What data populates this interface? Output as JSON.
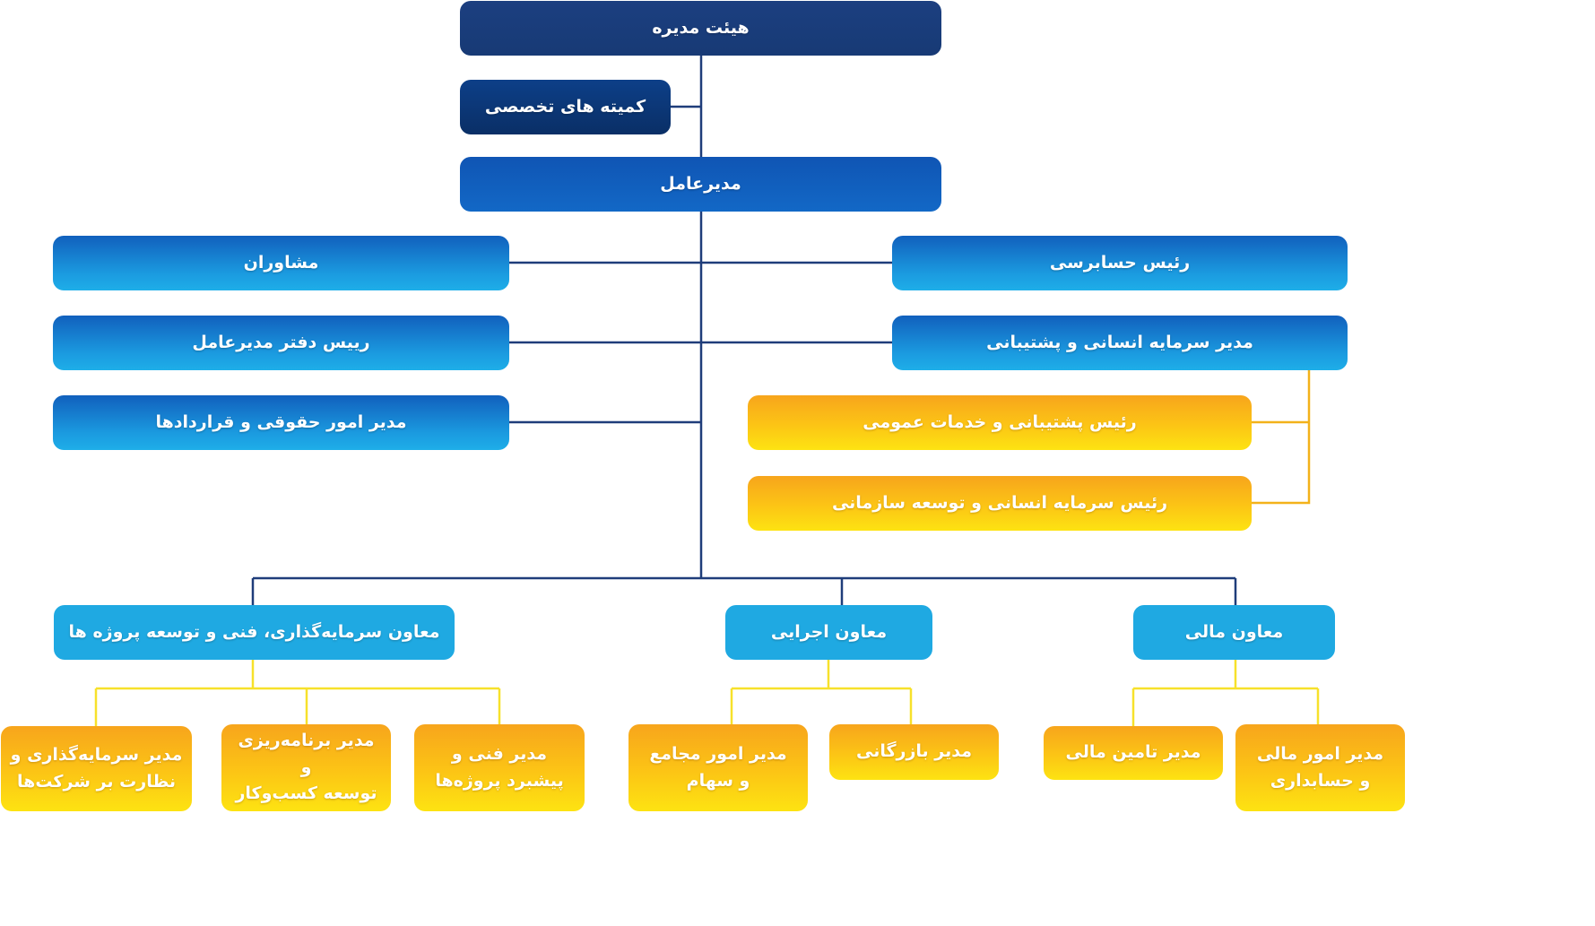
{
  "colors": {
    "navy": "#1c3f80",
    "blue": "#1160bd",
    "cyan": "#1fa9e2",
    "gold": "#fcc515",
    "line_main": "#1f3d7a",
    "line_gold": "#f3b21a",
    "line_yellow": "#f7e12b"
  },
  "board": "هیئت مدیره",
  "committees": "کمیته های تخصصی",
  "ceo": "مدیرعامل",
  "left_staff": {
    "advisors": "مشاوران",
    "office_head": "رییس دفتر مدیرعامل",
    "legal": "مدیر امور حقوقی و قراردادها"
  },
  "right_staff": {
    "audit": "رئیس حسابرسی",
    "hr_support": "مدیر سرمایه انسانی و  پشتیبانی"
  },
  "hr_units": {
    "support_services": "رئیس پشتیبانی و خدمات عمومی",
    "hr_development": "رئیس سرمایه انسانی و توسعه سازمانی"
  },
  "deputies": {
    "investment": "معاون سرمایه‌گذاری، فنی و توسعه پروژه ها",
    "executive": "معاون اجرایی",
    "finance": "معاون مالی"
  },
  "managers": {
    "investment_oversight": "مدیر سرمایه‌گذاری و\nنظارت بر شرکت‌ها",
    "planning": "مدیر برنامه‌ریزی و\nتوسعه کسب‌وکار",
    "technical": "مدیر فنی و\nپیشبرد پروژه‌ها",
    "assemblies": "مدیر امور مجامع\nو سهام",
    "commercial": "مدیر بازرگانی",
    "funding": "مدیر تامین مالی",
    "accounting": "مدیر امور مالی\nو حسابداری"
  }
}
